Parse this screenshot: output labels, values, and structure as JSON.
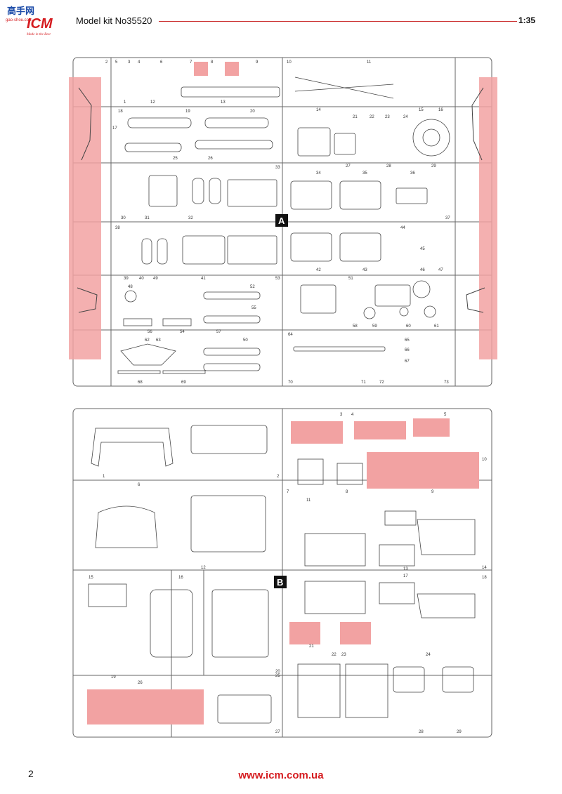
{
  "header": {
    "logo_cn": "高手网",
    "logo_brand": "ICM",
    "logo_url": "gao-shou.com",
    "logo_tag": "Made in the Best",
    "model_title": "Model kit No35520",
    "scale": "1:35"
  },
  "frame_a": {
    "label": "A",
    "part_numbers": [
      "1",
      "2",
      "3",
      "4",
      "5",
      "6",
      "7",
      "8",
      "9",
      "10",
      "11",
      "12",
      "13",
      "14",
      "15",
      "16",
      "17",
      "18",
      "19",
      "20",
      "21",
      "22",
      "23",
      "24",
      "25",
      "26",
      "27",
      "28",
      "29",
      "30",
      "31",
      "32",
      "33",
      "34",
      "35",
      "36",
      "37",
      "38",
      "39",
      "40",
      "41",
      "42",
      "43",
      "44",
      "45",
      "46",
      "47",
      "48",
      "49",
      "50",
      "51",
      "52",
      "53",
      "54",
      "55",
      "56",
      "57",
      "58",
      "59",
      "60",
      "61",
      "62",
      "63",
      "64",
      "65",
      "66",
      "67",
      "68",
      "69",
      "70",
      "71",
      "72",
      "73"
    ]
  },
  "frame_b": {
    "label": "B",
    "part_numbers": [
      "1",
      "2",
      "3",
      "4",
      "5",
      "6",
      "7",
      "8",
      "9",
      "10",
      "11",
      "12",
      "13",
      "14",
      "15",
      "16",
      "17",
      "18",
      "19",
      "20",
      "21",
      "22",
      "23",
      "24",
      "25",
      "26",
      "27",
      "28",
      "29"
    ]
  },
  "footer": {
    "page_number": "2",
    "website": "www.icm.com.ua"
  },
  "colors": {
    "accent": "#d51c20",
    "highlight": "#f2a2a2",
    "line": "#555555"
  }
}
